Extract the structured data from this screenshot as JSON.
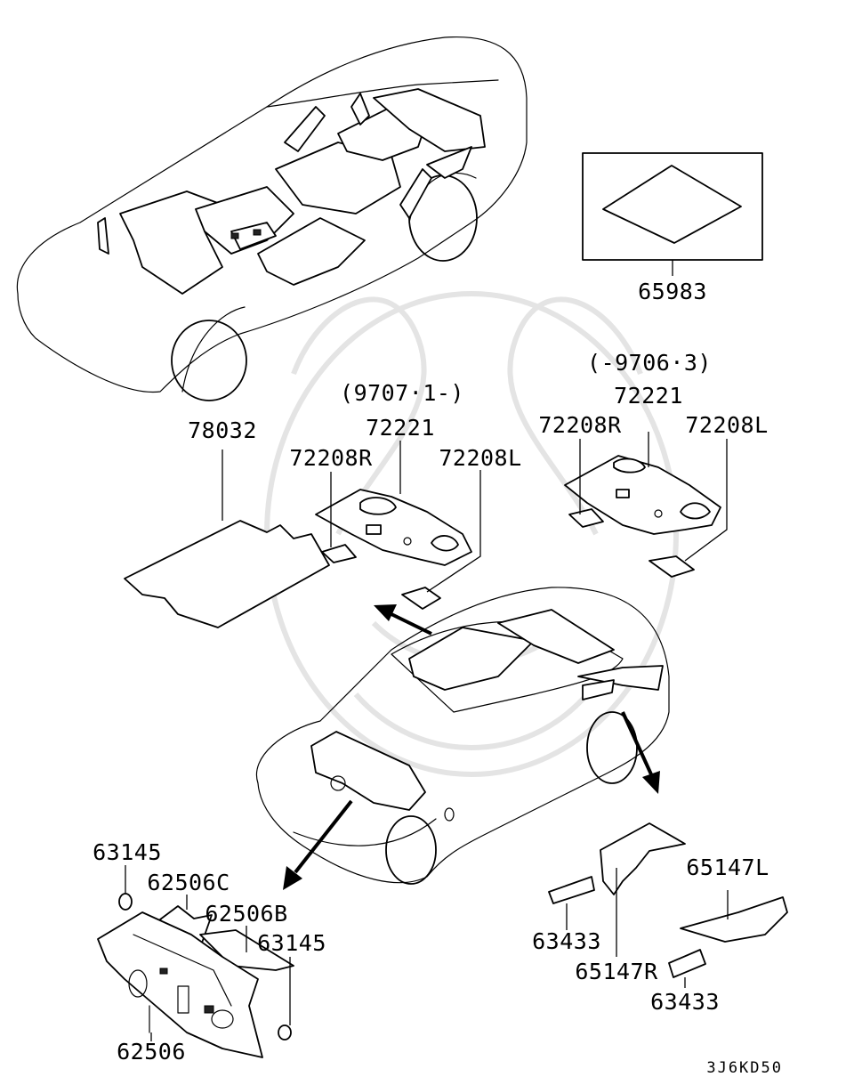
{
  "labels": {
    "p65983": "65983",
    "range_top_right": "(-9706·3)",
    "range_top_left": "(9707·1-)",
    "p72221_right": "72221",
    "p72208R_right": "72208R",
    "p72208L_right": "72208L",
    "p78032": "78032",
    "p72221_left": "72221",
    "p72208R_left": "72208R",
    "p72208L_left": "72208L",
    "p63145_top": "63145",
    "p62506C": "62506C",
    "p62506B": "62506B",
    "p63145_right": "63145",
    "p62506": "62506",
    "p65147L": "65147L",
    "p63433_left": "63433",
    "p65147R": "65147R",
    "p63433_right": "63433",
    "diagram_code": "3J6KD50"
  }
}
